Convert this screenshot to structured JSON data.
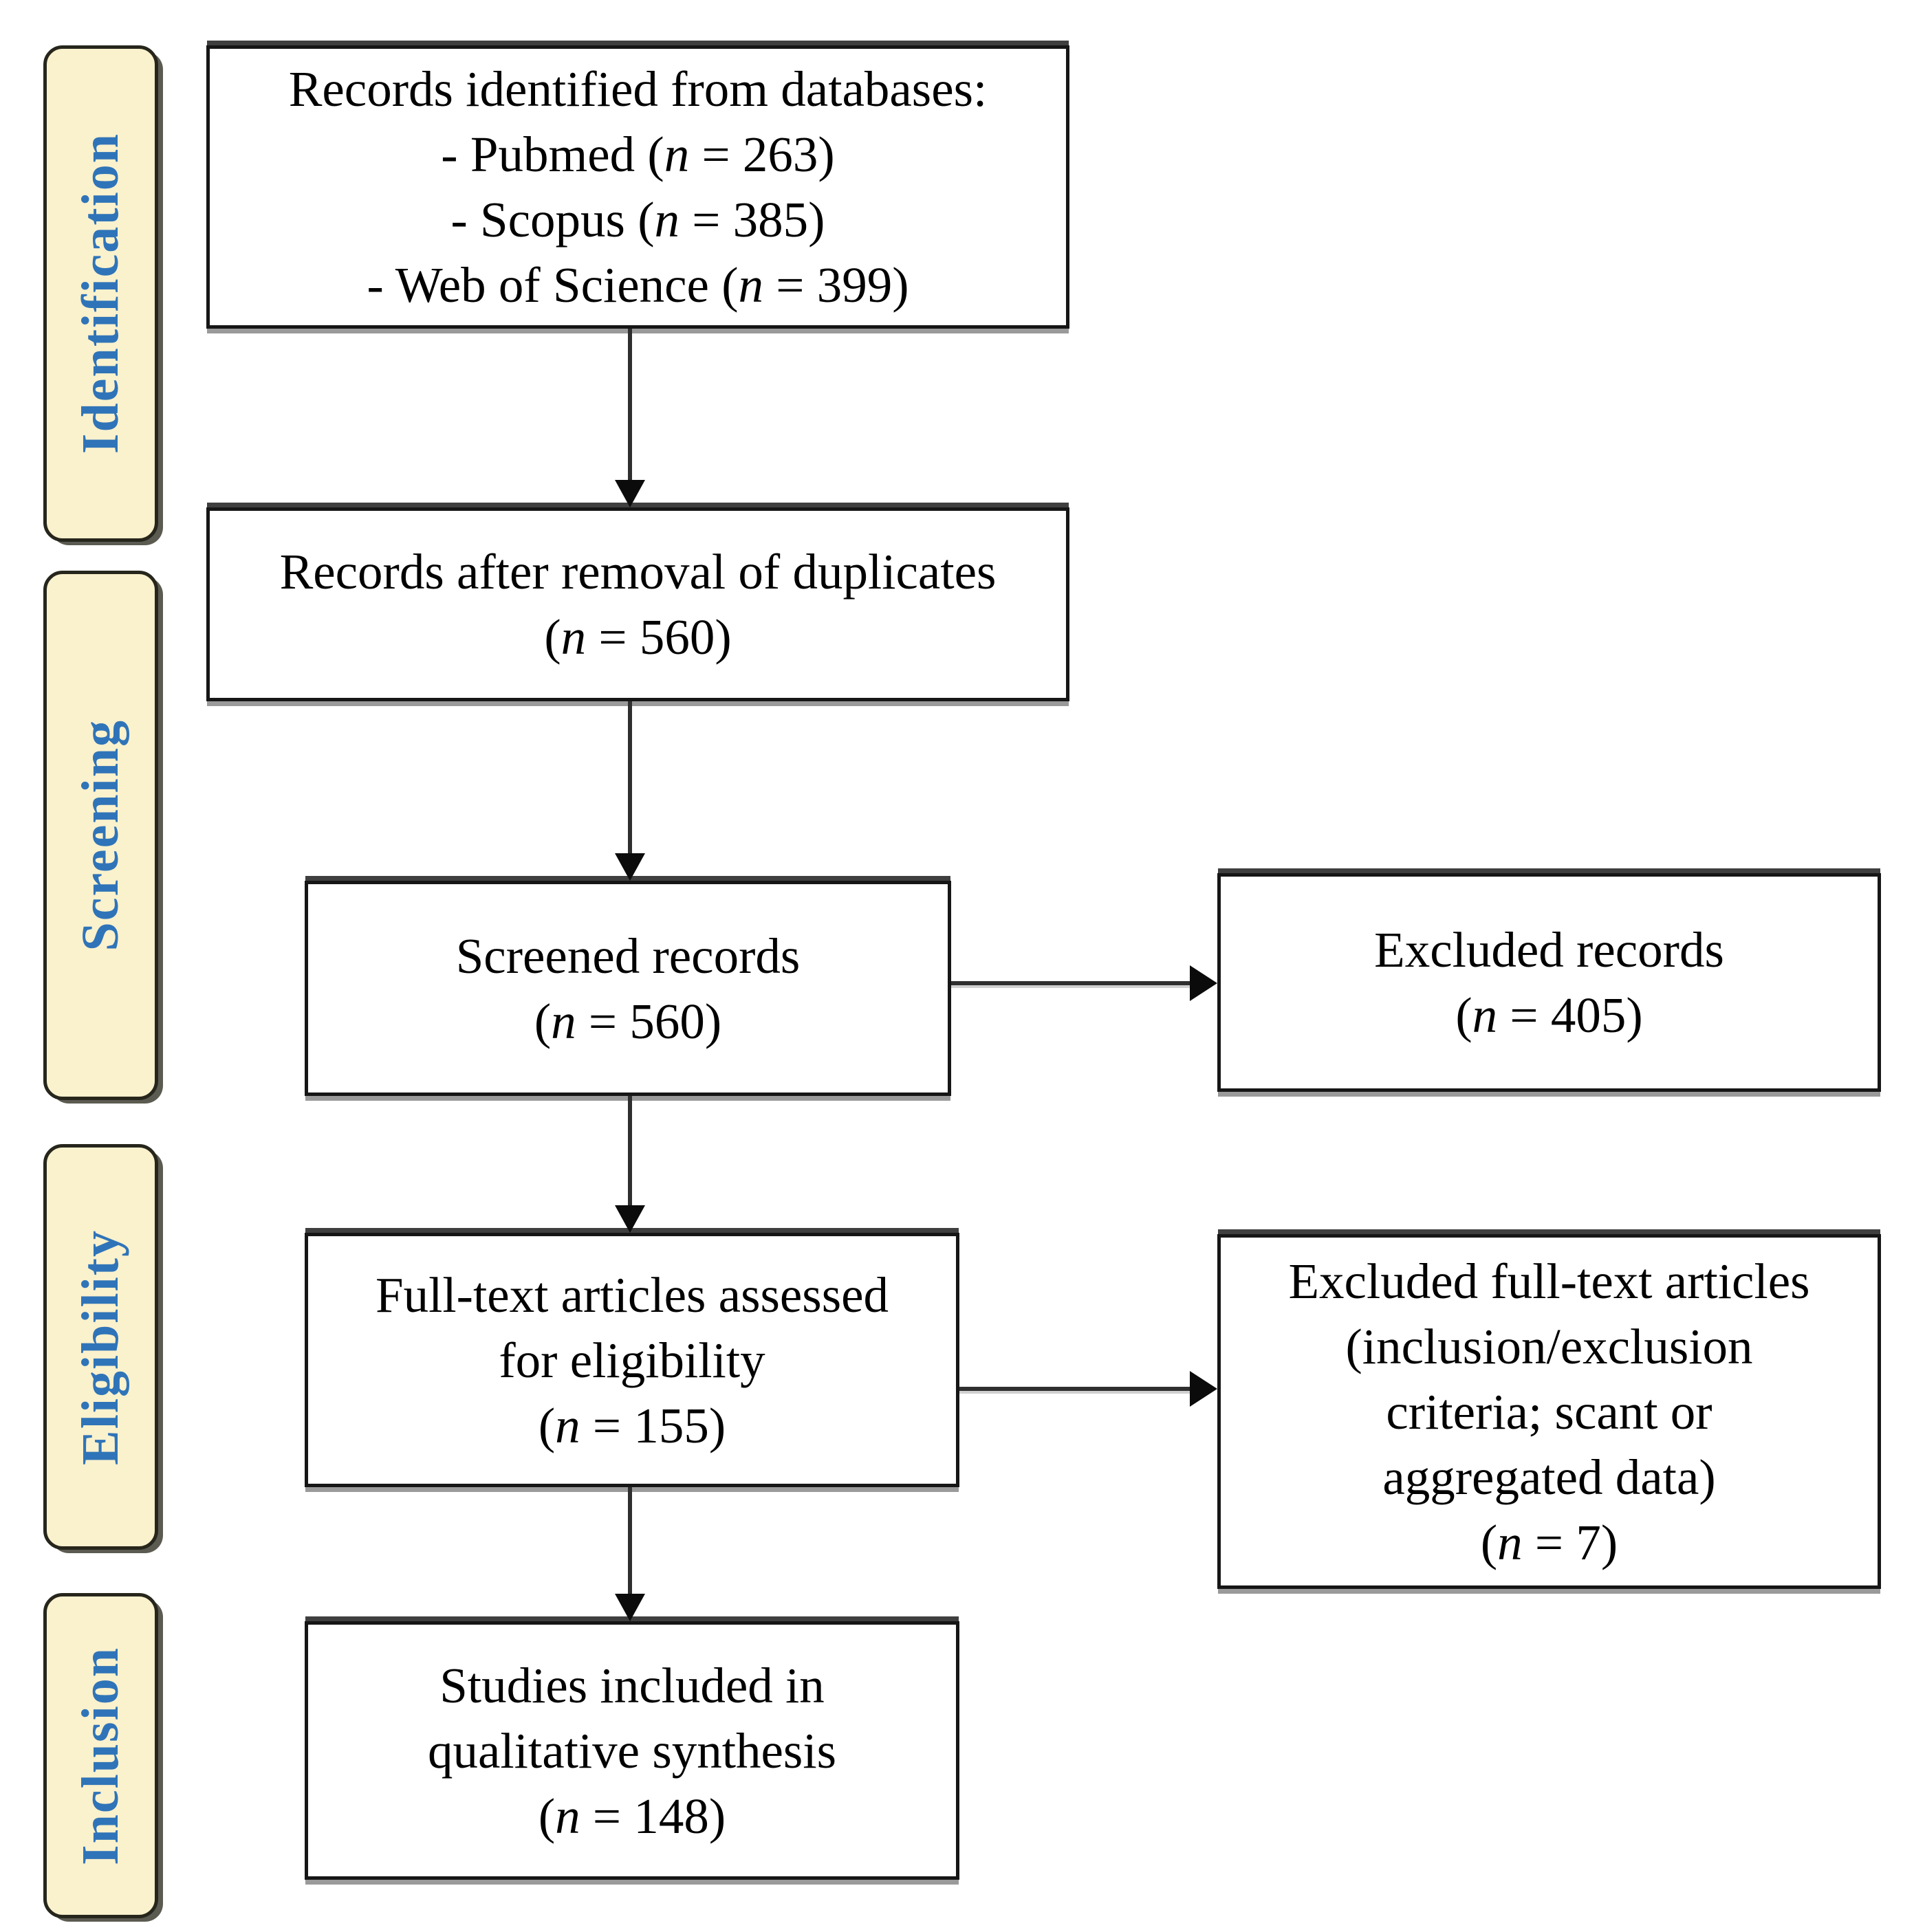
{
  "stages": [
    {
      "id": "identification",
      "label": "Identification"
    },
    {
      "id": "screening",
      "label": "Screening"
    },
    {
      "id": "eligibility",
      "label": "Eligibility"
    },
    {
      "id": "inclusion",
      "label": "Inclusion"
    }
  ],
  "boxes": {
    "identified": {
      "lines": [
        "Records identified from databases:",
        "- Pubmed (n = 263)",
        "- Scopus (n = 385)",
        "- Web of Science (n = 399)"
      ]
    },
    "deduplicated": {
      "lines": [
        "Records after removal of duplicates",
        "(n = 560)"
      ]
    },
    "screened": {
      "lines": [
        "Screened records",
        "(n = 560)"
      ]
    },
    "excluded_records": {
      "lines": [
        "Excluded records",
        "(n = 405)"
      ]
    },
    "fulltext_assessed": {
      "lines": [
        "Full-text articles assessed",
        "for eligibility",
        "(n = 155)"
      ]
    },
    "excluded_fulltext": {
      "lines": [
        "Excluded full-text articles",
        "(inclusion/exclusion",
        "criteria; scant or",
        "aggregated data)",
        "(n = 7)"
      ]
    },
    "included": {
      "lines": [
        "Studies included in",
        "qualitative synthesis",
        "(n = 148)"
      ]
    }
  },
  "colors": {
    "stage_background": "#faf1cd",
    "stage_text": "#2f74b8",
    "box_background": "#ffffff",
    "box_border": "#161616",
    "shadow_dark": "#3f3f3f",
    "shadow_light": "#9a9a9a",
    "arrow": "#0b0b0b"
  }
}
